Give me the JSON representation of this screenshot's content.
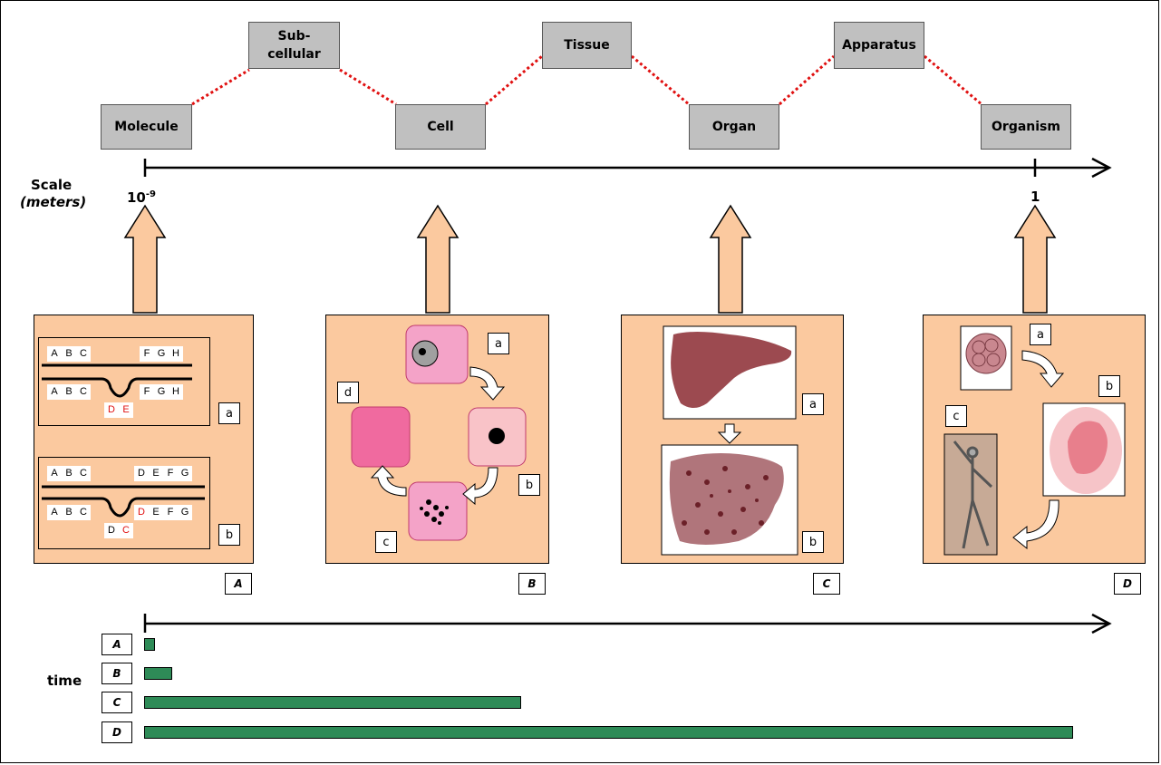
{
  "levels": {
    "molecule": "Molecule",
    "subcellular": "Sub-cellular",
    "cell": "Cell",
    "tissue": "Tissue",
    "organ": "Organ",
    "apparatus": "Apparatus",
    "organism": "Organism"
  },
  "scale": {
    "label": "Scale",
    "unit": "(meters)",
    "min_base": "10",
    "min_exp": "-9",
    "max": "1"
  },
  "time_label": "time",
  "panels": {
    "A": {
      "caption": "A",
      "top_letters_left": [
        "A",
        "B",
        "C"
      ],
      "top_letters_right": [
        "F",
        "G",
        "H"
      ],
      "bottom_letters_left": [
        "A",
        "B",
        "C"
      ],
      "bottom_letters_right": [
        "F",
        "G",
        "H"
      ],
      "loop_letters": [
        "D",
        "E"
      ],
      "sub_a": "a",
      "b_top_left": [
        "A",
        "B",
        "C"
      ],
      "b_top_right": [
        "D",
        "E",
        "F",
        "G"
      ],
      "b_bottom_left": [
        "A",
        "B",
        "C"
      ],
      "b_bottom_right": [
        "D",
        "E",
        "F",
        "G"
      ],
      "b_loop_letters": [
        "D",
        "C"
      ],
      "sub_b": "b"
    },
    "B": {
      "caption": "B",
      "sub_a": "a",
      "sub_b": "b",
      "sub_c": "c",
      "sub_d": "d"
    },
    "C": {
      "caption": "C",
      "sub_a": "a",
      "sub_b": "b"
    },
    "D": {
      "caption": "D",
      "sub_a": "a",
      "sub_b": "b",
      "sub_c": "c"
    }
  },
  "time_rows": [
    {
      "label": "A",
      "relative_length": 0.012
    },
    {
      "label": "B",
      "relative_length": 0.03
    },
    {
      "label": "C",
      "relative_length": 0.406
    },
    {
      "label": "D",
      "relative_length": 1.0
    }
  ],
  "colors": {
    "panel": "#fbc99f",
    "level_box": "#c0c0c0",
    "connector": "#e01010",
    "time_bar": "#2e8b57",
    "cell_pink": "#f4a3c8",
    "cell_dark": "#f06a9f"
  }
}
